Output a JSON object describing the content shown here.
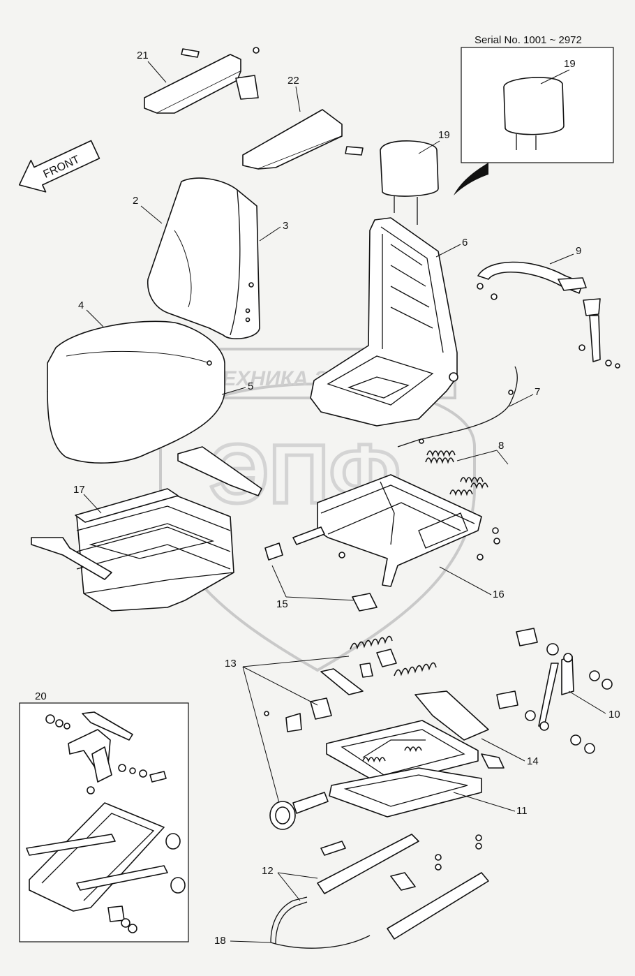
{
  "serial_box": {
    "label": "Serial No. 1001 ~ 2972"
  },
  "front_arrow": {
    "label": "FRONT"
  },
  "watermark": {
    "text": "ТЕХНИКА ЗАПЧАСТИ",
    "logo": "ЭПФ"
  },
  "callouts": {
    "c1": "2",
    "c2": "3",
    "c3": "4",
    "c4": "5",
    "c5": "6",
    "c6": "7",
    "c7": "8",
    "c8": "9",
    "c9": "10",
    "c10": "11",
    "c11": "12",
    "c12": "13",
    "c13": "14",
    "c14": "15",
    "c15": "16",
    "c16": "17",
    "c17": "18",
    "c18": "19",
    "c19": "19",
    "c20": "20",
    "c21": "21",
    "c22": "22"
  }
}
